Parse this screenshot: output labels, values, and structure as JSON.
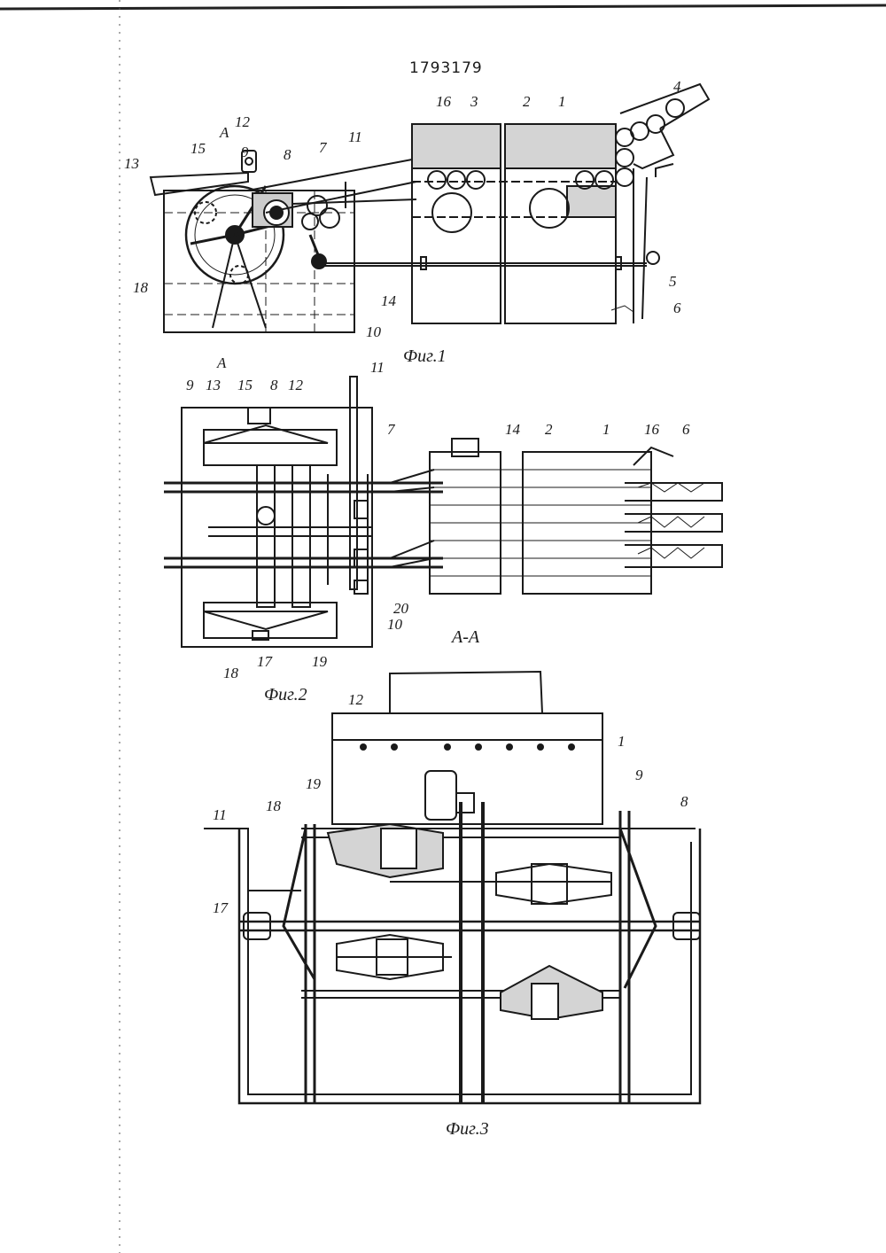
{
  "patent_number": "1793179",
  "figures": [
    {
      "caption": "Фиг.1",
      "section_mark": "A"
    },
    {
      "caption": "Фиг.2",
      "section_title": "A-A"
    },
    {
      "caption": "Фиг.3"
    }
  ],
  "labels_fig1": [
    "1",
    "2",
    "3",
    "4",
    "5",
    "6",
    "7",
    "8",
    "9",
    "10",
    "11",
    "12",
    "13",
    "14",
    "15",
    "16",
    "18"
  ],
  "labels_fig2": [
    "9",
    "13",
    "15",
    "8",
    "12",
    "11",
    "7",
    "14",
    "2",
    "1",
    "16",
    "6",
    "20",
    "10",
    "18",
    "17",
    "19"
  ],
  "labels_fig3": [
    "12",
    "1",
    "9",
    "8",
    "19",
    "18",
    "11",
    "17"
  ],
  "colors": {
    "ink": "#1a1a1a",
    "paper": "#ffffff"
  }
}
